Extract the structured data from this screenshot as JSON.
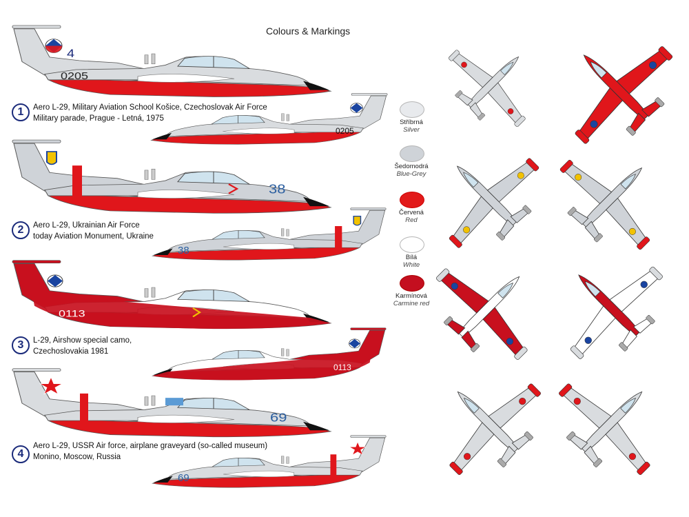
{
  "header": {
    "title": "Colours & Markings"
  },
  "schemes": [
    {
      "num": "1",
      "line1": "Aero L-29, Military Aviation School Košice, Czechoslovak Air Force",
      "line2": "Military parade, Prague - Letná, 1975",
      "code": "0205",
      "tail_code": "4"
    },
    {
      "num": "2",
      "line1": "Aero L-29, Ukrainian Air Force",
      "line2": "today Aviation Monument, Ukraine",
      "code": "38"
    },
    {
      "num": "3",
      "line1": "L-29, Airshow special camo,",
      "line2": "Czechoslovakia 1981",
      "code": "0113"
    },
    {
      "num": "4",
      "line1": "Aero L-29, USSR Air force, airplane graveyard (so-called museum)",
      "line2": "Monino, Moscow, Russia",
      "code": "69"
    }
  ],
  "swatches": [
    {
      "cz": "Stříbrná",
      "en": "Silver",
      "color": "#e8eaed"
    },
    {
      "cz": "Šedomodrá",
      "en": "Blue-Grey",
      "color": "#cfd3d8"
    },
    {
      "cz": "Červená",
      "en": "Red",
      "color": "#e21a1a"
    },
    {
      "cz": "Bílá",
      "en": "White",
      "color": "#ffffff"
    },
    {
      "cz": "Karmínová",
      "en": "Carmine red",
      "color": "#c40f1f"
    }
  ],
  "colors": {
    "silver": "#d9dcdf",
    "red": "#e0161b",
    "carmine": "#c8101e",
    "blue_text": "#2c5fa0",
    "badge": "#1a2a7a"
  }
}
